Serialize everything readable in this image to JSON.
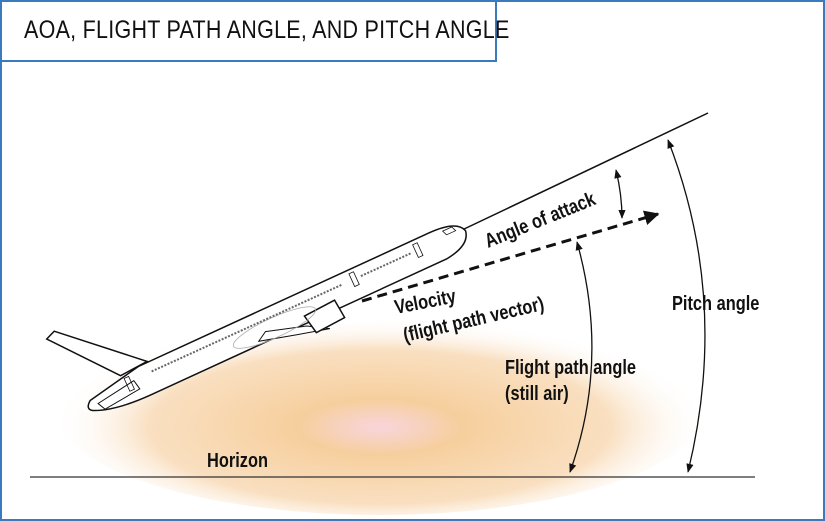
{
  "title": "AOA, FLIGHT PATH ANGLE, AND PITCH ANGLE",
  "labels": {
    "angle_of_attack": "Angle of attack",
    "velocity": "Velocity",
    "flight_path_vector": "(flight path vector)",
    "pitch_angle": "Pitch angle",
    "flight_path_angle": "Flight path angle",
    "still_air": "(still air)",
    "horizon": "Horizon"
  },
  "colors": {
    "border": "#3a7abf",
    "glow": "#f5c48a",
    "ink": "#111111"
  }
}
